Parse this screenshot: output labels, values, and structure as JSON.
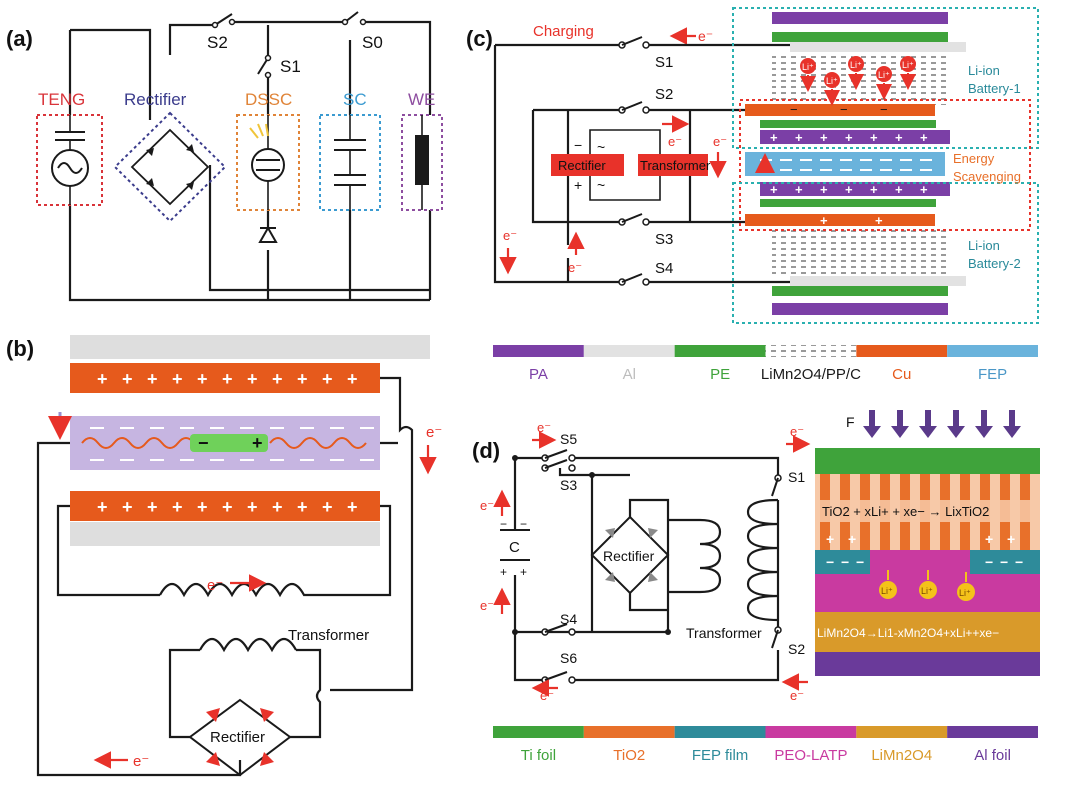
{
  "panel_a": {
    "label": "(a)",
    "s2": "S2",
    "s1": "S1",
    "s0": "S0",
    "teng": "TENG",
    "rectifier": "Rectifier",
    "dssc": "DSSC",
    "sc": "SC",
    "we": "WE",
    "colors": {
      "teng": "#d9343a",
      "rectifier": "#3b3c8c",
      "dssc": "#e08438",
      "sc": "#3b9bd1",
      "we": "#8e4ea0"
    }
  },
  "panel_b": {
    "label": "(b)",
    "plus": "+",
    "minus": "−",
    "electron": "e⁻",
    "electron_arrow": "e⁻",
    "transformer": "Transformer",
    "rectifier": "Rectifier",
    "electron_bottom": "e⁻"
  },
  "panel_c": {
    "label": "(c)",
    "charging": "Charging",
    "electron": "e⁻",
    "s1": "S1",
    "s2": "S2",
    "s3": "S3",
    "s4": "S4",
    "rectifier": "Rectifier",
    "transformer": "Transformer",
    "battery1": [
      "Li-ion",
      "Battery-1"
    ],
    "battery2": [
      "Li-ion",
      "Battery-2"
    ],
    "energy": [
      "Energy",
      "Scavenging"
    ],
    "li_ion": "Li⁺",
    "minus": "−",
    "tilde": "~",
    "plus": "+"
  },
  "legend_c": [
    {
      "label": "PA",
      "color": "#7b3fa6",
      "text_color": "#7b3fa6"
    },
    {
      "label": "Al",
      "color": "#e2e2e2",
      "text_color": "#bdbdbd"
    },
    {
      "label": "PE",
      "color": "#3fa33b",
      "text_color": "#3fa33b"
    },
    {
      "label": "LiMn2O4/PP/C",
      "color": "dashed",
      "text_color": "#1a1a1a"
    },
    {
      "label": "Cu",
      "color": "#e65a1c",
      "text_color": "#e65a1c"
    },
    {
      "label": "FEP",
      "color": "#6ab3dc",
      "text_color": "#4a97c7"
    }
  ],
  "panel_d": {
    "label": "(d)",
    "s1": "S1",
    "s2": "S2",
    "s3": "S3",
    "s4": "S4",
    "s5": "S5",
    "s6": "S6",
    "capacitor": "C",
    "rectifier": "Rectifier",
    "transformer": "Transformer",
    "force": "F",
    "reaction_top": "TiO2 + xLi+ + xe− → LixTiO2",
    "reaction_bottom": "LiMn2O4→Li1-xMn2O4+xLi++xe−",
    "electron": "e⁻",
    "li_ion": "Li⁺"
  },
  "legend_d": [
    {
      "label": "Ti foil",
      "color": "#3fa33b",
      "text_color": "#3fa33b"
    },
    {
      "label": "TiO2",
      "color": "#e8702a",
      "text_color": "#e8702a"
    },
    {
      "label": "FEP film",
      "color": "#2e8b9a",
      "text_color": "#2e8b9a"
    },
    {
      "label": "PEO-LATP",
      "color": "#c93aa0",
      "text_color": "#c93aa0"
    },
    {
      "label": "LiMn2O4",
      "color": "#d99a2a",
      "text_color": "#d99a2a"
    },
    {
      "label": "Al foil",
      "color": "#6a3a9a",
      "text_color": "#6a3a9a"
    }
  ]
}
